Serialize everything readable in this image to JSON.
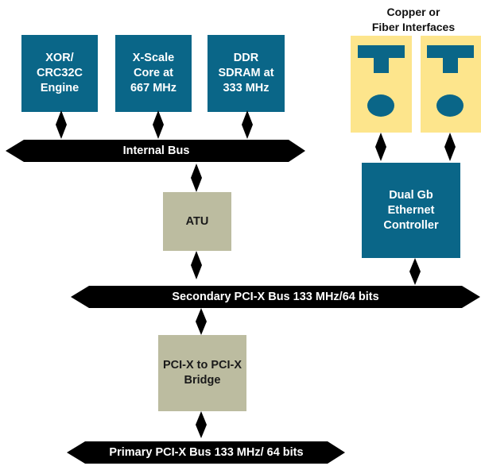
{
  "colors": {
    "block_blue": "#0a6688",
    "block_tan": "#bcbca0",
    "interface_yellow": "#fde58c",
    "bus_black": "#000000"
  },
  "blocks": {
    "xor_engine": "XOR/\nCRC32C\nEngine",
    "xscale_core": "X-Scale\nCore at\n667 MHz",
    "ddr_sdram": "DDR\nSDRAM at\n333 MHz",
    "atu": "ATU",
    "pcix_bridge": "PCI-X to PCI-X\nBridge",
    "ethernet_controller": "Dual Gb\nEthernet\nController"
  },
  "interfaces": {
    "heading": "Copper or\nFiber Interfaces"
  },
  "buses": {
    "internal": "Internal Bus",
    "secondary": "Secondary PCI-X Bus 133 MHz/64 bits",
    "primary": "Primary PCI-X Bus 133 MHz/ 64 bits"
  }
}
